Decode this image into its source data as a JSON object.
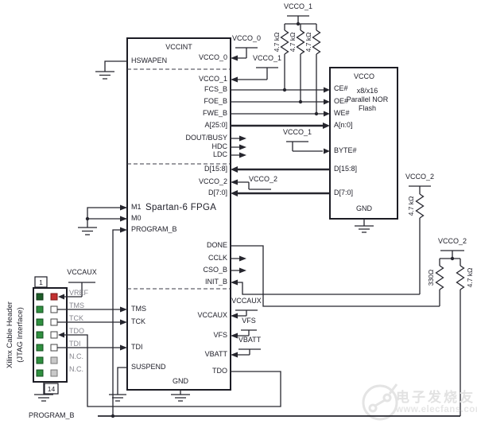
{
  "fpga": {
    "power_label": "VCCINT",
    "name": "Spartan-6 FPGA",
    "gnd_label": "GND",
    "left_pins": [
      "HSWAPEN",
      "M1",
      "M0",
      "PROGRAM_B",
      "TMS",
      "TCK",
      "TDI",
      "SUSPEND"
    ],
    "right_pins": [
      "VCCO_0",
      "VCCO_1",
      "FCS_B",
      "FOE_B",
      "FWE_B",
      "A[25:0]",
      "DOUT/BUSY",
      "HDC",
      "LDC",
      "D[15:8]",
      "VCCO_2",
      "D[7:0]",
      "DONE",
      "CCLK",
      "CSO_B",
      "INIT_B",
      "VCCAUX",
      "VFS",
      "VBATT",
      "TDO"
    ]
  },
  "flash": {
    "power_label": "VCCO",
    "gnd_label": "GND",
    "name_line1": "x8/x16",
    "name_line2": "Parallel NOR",
    "name_line3": "Flash",
    "left_pins": [
      "CE#",
      "OE#",
      "WE#",
      "A[n:0]",
      "BYTE#",
      "D[15:8]",
      "D[7:0]"
    ]
  },
  "jtag_header": {
    "title_line1": "Xilinx Cable Header",
    "title_line2": "(JTAG Interface)",
    "pin_first": "1",
    "pin_last": "14",
    "supply_label": "VCCAUX",
    "signal_labels": [
      "VREF",
      "TMS",
      "TCK",
      "TDO",
      "TDI",
      "N.C.",
      "N.C."
    ]
  },
  "supply_flags": {
    "vcco_0": "VCCO_0",
    "vcco_1_pin": "VCCO_1",
    "vcco_1_pullups": "VCCO_1",
    "vcco_1_byte": "VCCO_1",
    "vcco_2_pin": "VCCO_2",
    "vcco_2_init": "VCCO_2",
    "vcco_2_done": "VCCO_2",
    "vccaux_pin": "VCCAUX",
    "vfs_pin": "VFS",
    "vbatt_pin": "VBATT"
  },
  "resistors": {
    "pullup_fcs": "4.7 kΩ",
    "pullup_foe": "4.7 kΩ",
    "pullup_fwe": "4.7 kΩ",
    "pullup_init": "4.7 kΩ",
    "pullup_done": "330Ω",
    "pullup_program": "4.7 kΩ"
  },
  "nets": {
    "program_b": "PROGRAM_B"
  },
  "watermark": {
    "site_name": "电子发烧友",
    "site_url": "www.elecfans.com"
  },
  "colors": {
    "wire": "#26262e",
    "text": "#20202a",
    "pin_green": "#2f8f3f",
    "pin_red": "#c23030",
    "pin_nc": "#c9c9c9"
  }
}
